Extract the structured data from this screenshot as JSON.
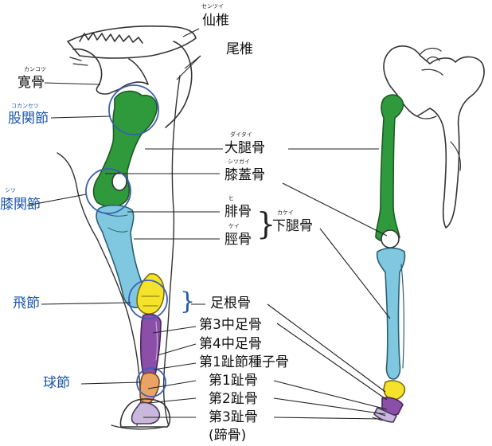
{
  "colors": {
    "femur_green": "#2f9a3c",
    "tibia_cyan": "#7fc8e0",
    "tarsal_yellow": "#f4e32a",
    "metatarsal_purple": "#8b4fa8",
    "sesamoid_orange": "#e9a366",
    "joint_circle_blue": "#3b5fb0",
    "label_blue": "#1d57a8",
    "outline": "#333333"
  },
  "labels": {
    "sacrum": {
      "text": "仙椎",
      "ruby": "センツイ"
    },
    "tail": {
      "text": "尾椎"
    },
    "hip_bone": {
      "text": "寛骨",
      "ruby": "カンコツ"
    },
    "hip_joint": {
      "text": "股関節",
      "ruby": "コカンセツ"
    },
    "femur": {
      "text": "大腿骨",
      "ruby": "ダイタイ"
    },
    "patella": {
      "text": "膝蓋骨",
      "ruby": "シツガイ"
    },
    "knee_joint": {
      "text": "膝関節",
      "ruby": "シツ"
    },
    "fibula": {
      "text": "腓骨",
      "ruby": "ヒ"
    },
    "tibia": {
      "text": "脛骨",
      "ruby": "ケイ"
    },
    "lower_leg": {
      "text": "下腿骨",
      "ruby": "カケイ"
    },
    "hock": {
      "text": "飛節"
    },
    "tarsals": {
      "text": "足根骨"
    },
    "mt3": {
      "text": "第3中足骨"
    },
    "mt4": {
      "text": "第4中足骨"
    },
    "sesamoid": {
      "text": "第1趾節種子骨"
    },
    "fetlock": {
      "text": "球節"
    },
    "p1": {
      "text": "第1趾骨"
    },
    "p2": {
      "text": "第2趾骨"
    },
    "p3": {
      "text": "第3趾骨"
    },
    "hoof_bone": {
      "text": "(蹄骨)"
    }
  }
}
